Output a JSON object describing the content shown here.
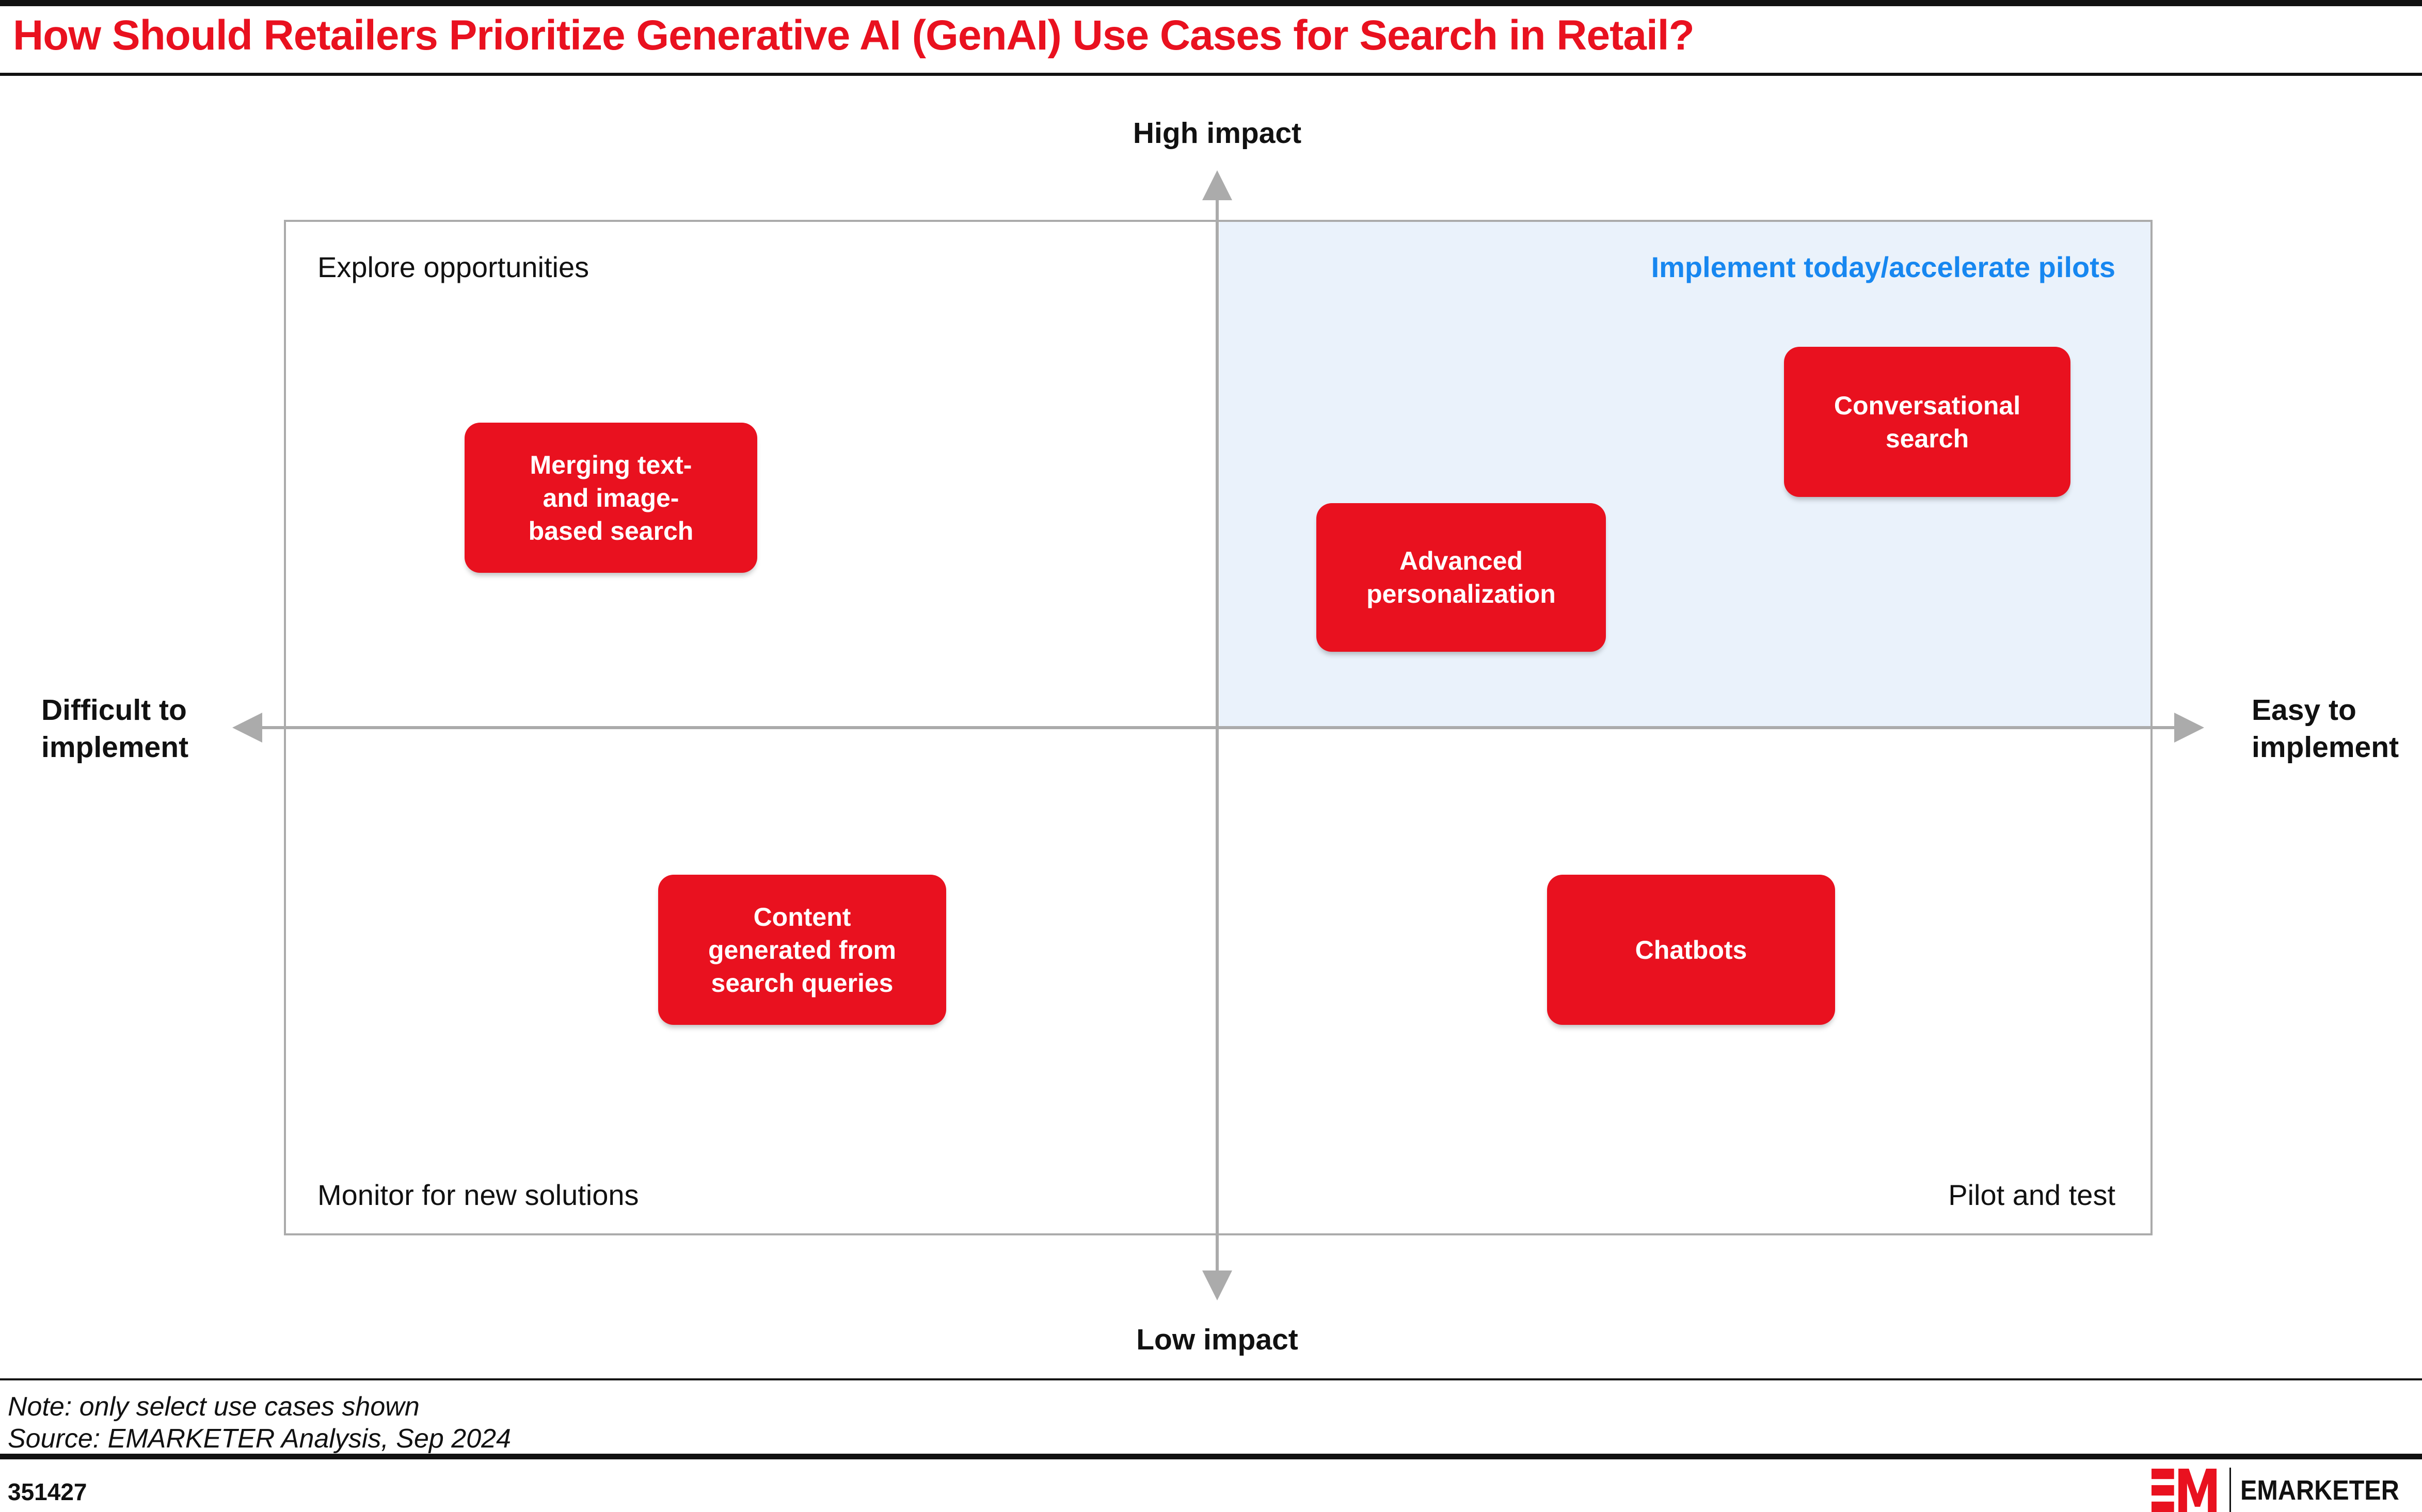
{
  "title": "How Should Retailers Prioritize Generative AI (GenAI) Use Cases for Search in Retail?",
  "colors": {
    "red": "#E9111F",
    "blue": "#1787F0",
    "quadbg": "#EAF2FB",
    "gray": "#ABABAB",
    "black": "#111111"
  },
  "axes": {
    "top": "High impact",
    "bottom": "Low impact",
    "left": "Difficult to\nimplement",
    "right": "Easy to\nimplement"
  },
  "quadrants": {
    "top_left": "Explore opportunities",
    "top_right": "Implement today/accelerate pilots",
    "bottom_left": "Monitor for new solutions",
    "bottom_right": "Pilot and test"
  },
  "use_cases": [
    {
      "label": "Merging text-\nand image-\nbased search"
    },
    {
      "label": "Conversational\nsearch"
    },
    {
      "label": "Advanced\npersonalization"
    },
    {
      "label": "Content\ngenerated from\nsearch queries"
    },
    {
      "label": "Chatbots"
    }
  ],
  "note": "Note: only select use cases shown",
  "source": "Source: EMARKETER Analysis, Sep 2024",
  "footer": {
    "chart_id": "351427",
    "brand_name": "EMARKETER"
  },
  "chart_data": {
    "type": "scatter",
    "title": "How Should Retailers Prioritize Generative AI (GenAI) Use Cases for Search in Retail?",
    "xlabel": "Ease of implementation (Difficult to implement → Easy to implement)",
    "ylabel": "Impact (Low impact → High impact)",
    "xlim": [
      0,
      100
    ],
    "ylim": [
      0,
      100
    ],
    "grid": false,
    "legend_position": "none",
    "quadrant_labels": {
      "top_left": "Explore opportunities",
      "top_right": "Implement today/accelerate pilots",
      "bottom_left": "Monitor for new solutions",
      "bottom_right": "Pilot and test"
    },
    "highlighted_quadrant": "top_right",
    "points": [
      {
        "label": "Merging text- and image-based search",
        "ease": 17,
        "impact": 73,
        "quadrant": "Explore opportunities"
      },
      {
        "label": "Conversational search",
        "ease": 88,
        "impact": 80,
        "quadrant": "Implement today/accelerate pilots"
      },
      {
        "label": "Advanced personalization",
        "ease": 63,
        "impact": 65,
        "quadrant": "Implement today/accelerate pilots"
      },
      {
        "label": "Content generated from search queries",
        "ease": 28,
        "impact": 28,
        "quadrant": "Monitor for new solutions"
      },
      {
        "label": "Chatbots",
        "ease": 75,
        "impact": 28,
        "quadrant": "Pilot and test"
      }
    ],
    "note": "only select use cases shown",
    "source": "EMARKETER Analysis, Sep 2024",
    "chart_id": "351427"
  }
}
